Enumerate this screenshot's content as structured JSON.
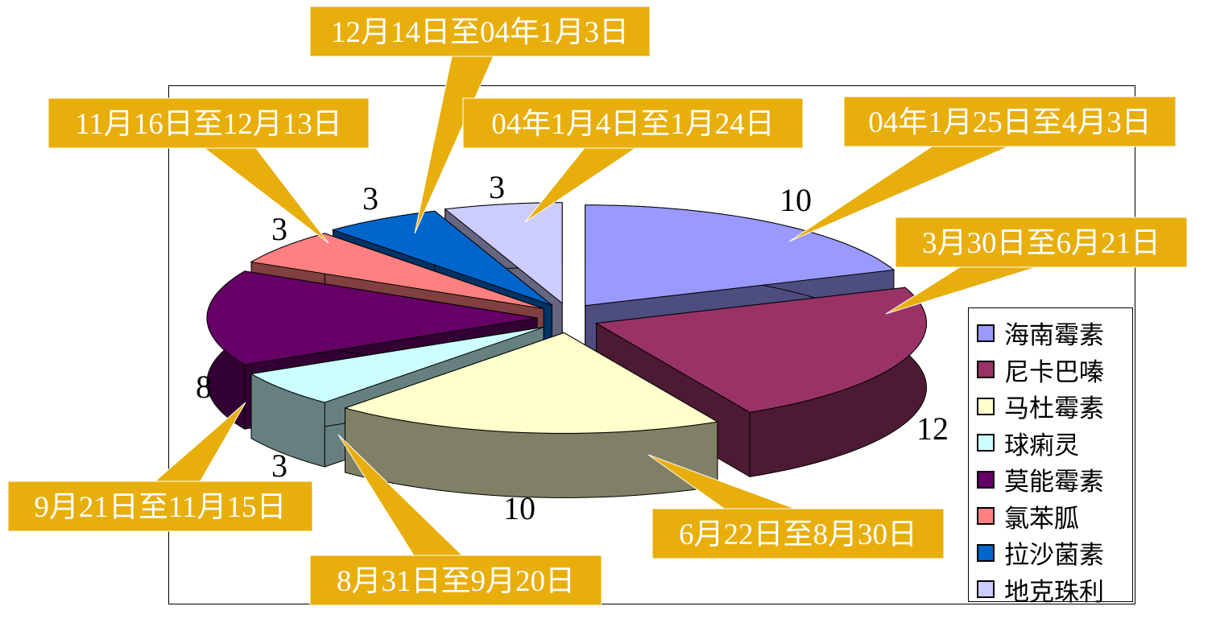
{
  "chart_data": {
    "type": "pie",
    "style": "3d-exploded",
    "title": "",
    "categories": [
      "海南霉素",
      "尼卡巴嗪",
      "马杜霉素",
      "球痢灵",
      "莫能霉素",
      "氯苯胍",
      "拉沙菌素",
      "地克珠利"
    ],
    "values": [
      10,
      12,
      10,
      3,
      8,
      3,
      3,
      3
    ],
    "value_labels": [
      "10",
      "12",
      "10",
      "3",
      "8",
      "3",
      "3",
      "3"
    ],
    "periods": [
      "04年1月25日至4月3日",
      "3月30日至6月21日",
      "6月22日至8月30日",
      "8月31日至9月20日",
      "9月21日至11月15日",
      "11月16日至12月13日",
      "12月14日至04年1月3日",
      "04年1月4日至1月24日"
    ],
    "colors": [
      "#9999FF",
      "#993366",
      "#FFFFCC",
      "#CCFFFF",
      "#660066",
      "#FF8080",
      "#0066CC",
      "#CCCCFF"
    ],
    "callout_color": "#E8AE0C",
    "legend_position": "right"
  }
}
